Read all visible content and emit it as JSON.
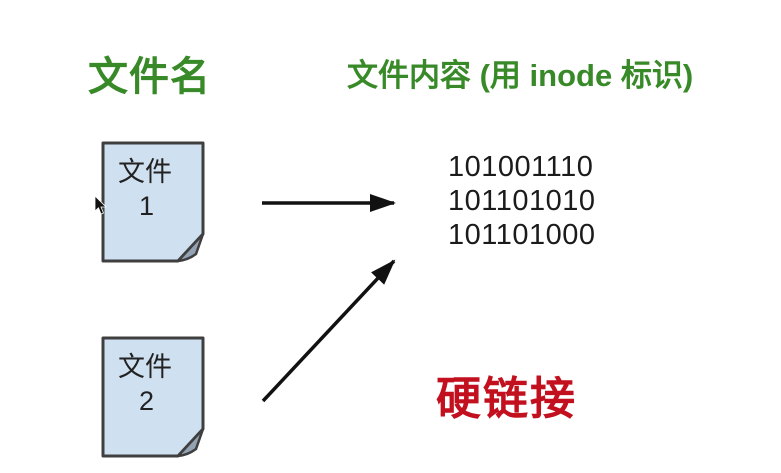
{
  "diagram": {
    "title_context": "hard link illustration",
    "headers": {
      "filename_col": "文件名",
      "content_col": "文件内容 (用 inode 标识)"
    },
    "files": [
      {
        "label": "文件",
        "number": "1"
      },
      {
        "label": "文件",
        "number": "2"
      }
    ],
    "inode_lines": [
      "101001110",
      "101101010",
      "101101000"
    ],
    "caption": "硬链接",
    "icons": {
      "file1_icon": "document-page-icon",
      "file2_icon": "document-page-icon",
      "arrow1": "arrow-file1-to-inode",
      "arrow2": "arrow-file2-to-inode",
      "pointer": "mouse-cursor-icon"
    },
    "colors": {
      "header_green": "#388A28",
      "caption_red": "#C2101E",
      "file_fill": "#CFE0F1",
      "file_fold": "#93A3B3",
      "file_border": "#3F3F3F",
      "arrow_black": "#111111",
      "binary_text": "#1B1B1B",
      "background": "#FFFFFF"
    }
  }
}
